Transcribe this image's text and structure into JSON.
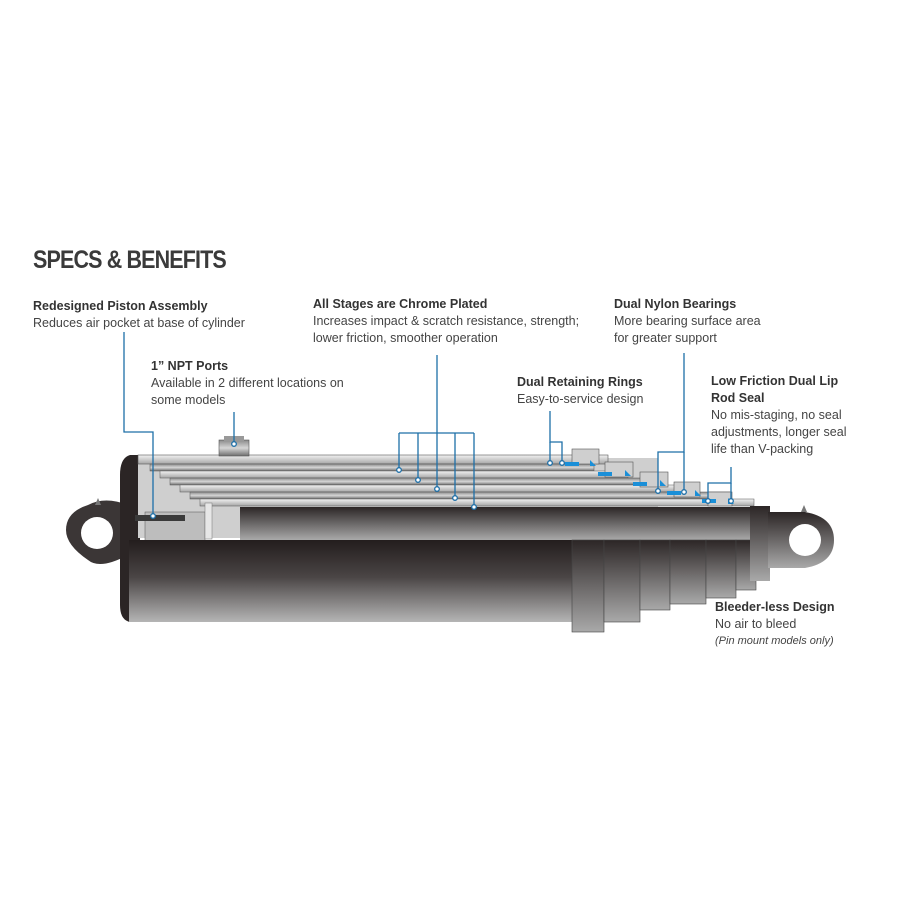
{
  "title": "SPECS & BENEFITS",
  "callouts": {
    "piston": {
      "heading": "Redesigned Piston Assembly",
      "lines": [
        "Reduces air pocket at base of cylinder"
      ]
    },
    "chrome": {
      "heading": "All Stages are Chrome Plated",
      "lines": [
        "Increases impact & scratch resistance, strength;",
        "lower friction, smoother operation"
      ]
    },
    "nylon": {
      "heading": "Dual Nylon Bearings",
      "lines": [
        "More bearing surface area",
        "for greater support"
      ]
    },
    "npt": {
      "heading": "1” NPT Ports",
      "lines": [
        "Available in 2 different locations on",
        "some models"
      ]
    },
    "rings": {
      "heading": "Dual Retaining Rings",
      "lines": [
        "Easy-to-service design"
      ]
    },
    "seal": {
      "heading": [
        "Low Friction Dual Lip",
        "Rod Seal"
      ],
      "lines": [
        "No mis-staging, no seal",
        "adjustments, longer seal",
        "life than V-packing"
      ]
    },
    "bleeder": {
      "heading": "Bleeder-less Design",
      "lines": [
        "No air to bleed"
      ],
      "note": "(Pin mount models only)"
    }
  },
  "colors": {
    "leader": "#1d6fa8",
    "seal": "#1a8fd8",
    "body_dark": "#2b2525",
    "text": "#444444"
  }
}
